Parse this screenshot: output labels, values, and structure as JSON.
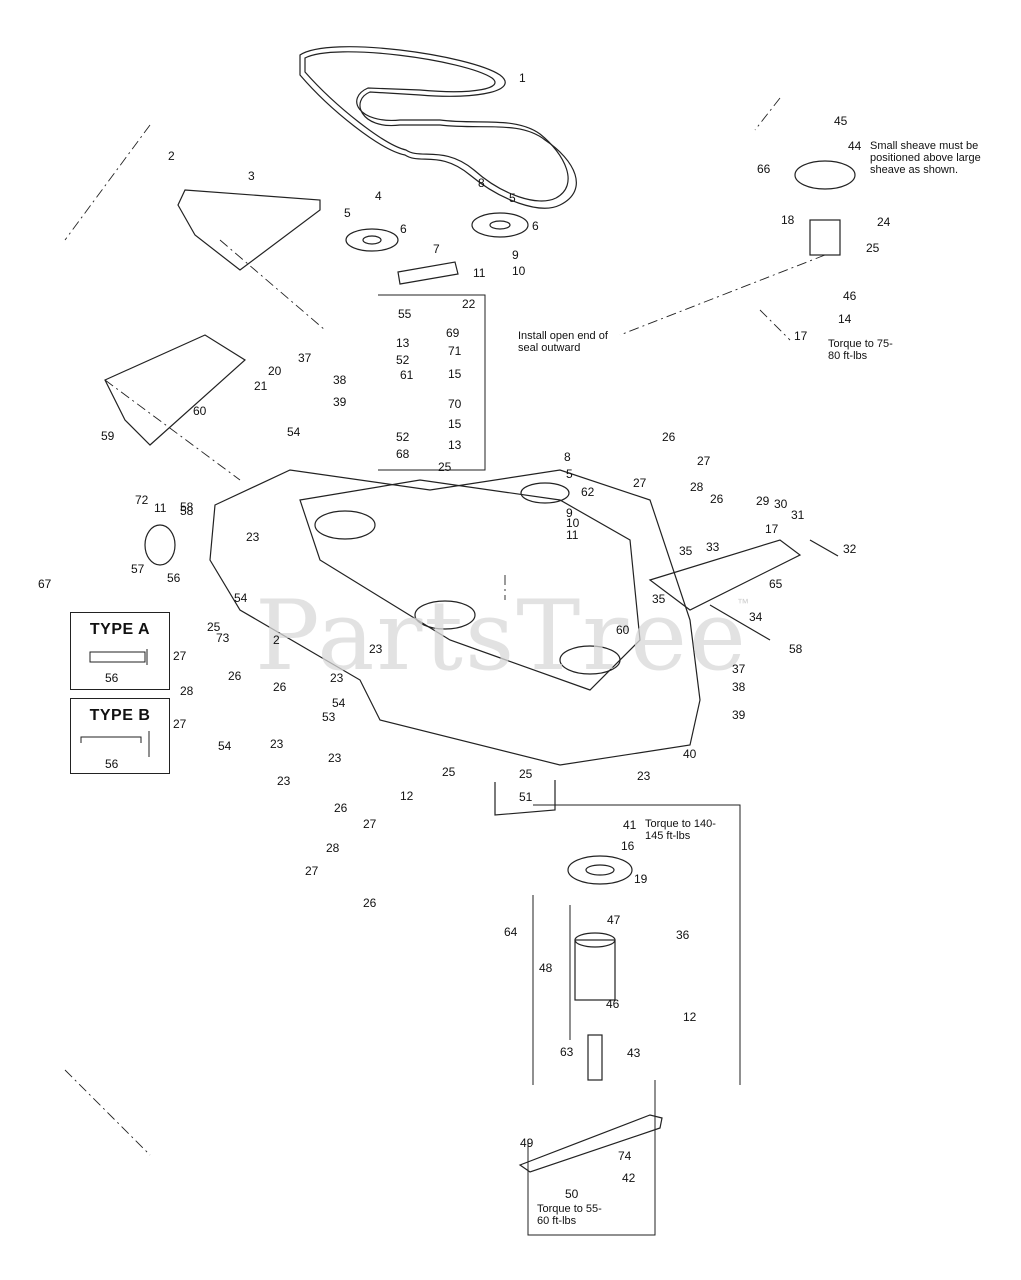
{
  "watermark": "PartsTree",
  "watermark_mark": "™",
  "notes": {
    "sheave": "Small sheave must be positioned above large sheave as shown.",
    "seal": "Install open end of seal outward",
    "torque_75": "Torque to 75-80 ft-lbs",
    "torque_140": "Torque to 140-145 ft-lbs",
    "torque_55": "Torque to 55-60 ft-lbs"
  },
  "type_a": {
    "title": "TYPE A",
    "part": "56"
  },
  "type_b": {
    "title": "TYPE B",
    "part": "56"
  },
  "callouts": [
    "1",
    "2",
    "3",
    "4",
    "5",
    "6",
    "8",
    "5",
    "6",
    "7",
    "9",
    "10",
    "11",
    "22",
    "55",
    "69",
    "71",
    "13",
    "52",
    "15",
    "61",
    "70",
    "15",
    "52",
    "13",
    "68",
    "25",
    "58",
    "20",
    "37",
    "38",
    "39",
    "21",
    "60",
    "54",
    "59",
    "45",
    "44",
    "66",
    "18",
    "24",
    "25",
    "46",
    "14",
    "17",
    "8",
    "5",
    "62",
    "9",
    "10",
    "11",
    "26",
    "27",
    "27",
    "28",
    "26",
    "29",
    "30",
    "31",
    "17",
    "33",
    "32",
    "35",
    "35",
    "65",
    "34",
    "58",
    "60",
    "72",
    "11",
    "58",
    "57",
    "56",
    "23",
    "67",
    "54",
    "25",
    "73",
    "2",
    "23",
    "27",
    "26",
    "28",
    "26",
    "27",
    "54",
    "23",
    "54",
    "23",
    "53",
    "23",
    "23",
    "37",
    "38",
    "39",
    "40",
    "25",
    "12",
    "25",
    "51",
    "23",
    "26",
    "27",
    "28",
    "27",
    "26",
    "41",
    "16",
    "19",
    "64",
    "47",
    "36",
    "48",
    "46",
    "12",
    "63",
    "43",
    "49",
    "74",
    "42",
    "50"
  ]
}
